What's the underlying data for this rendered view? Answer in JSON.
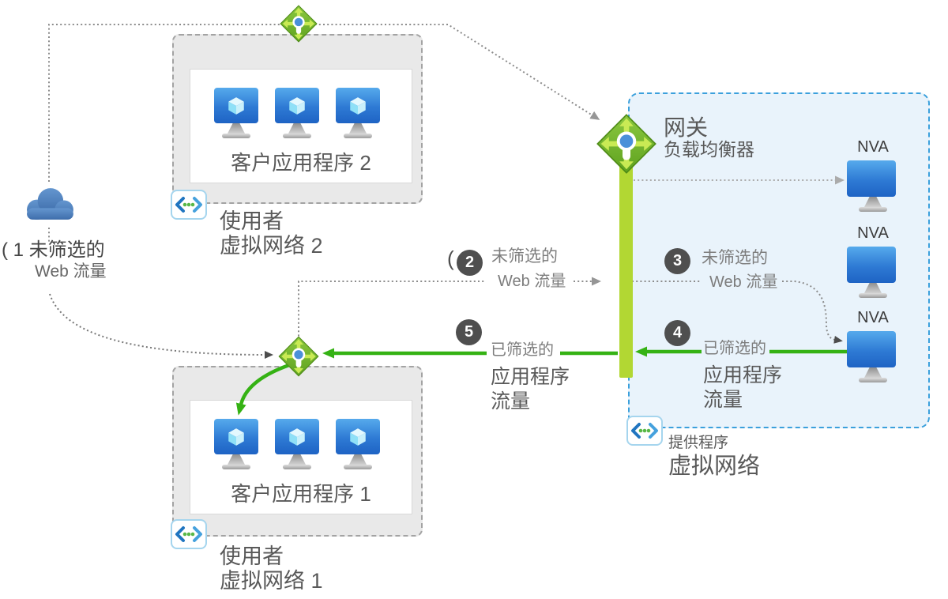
{
  "cloud_flow": {
    "marker": "( 1",
    "line1": "未筛选的",
    "line2": "Web 流量"
  },
  "flows": {
    "f2": {
      "step": "2",
      "paren": "(",
      "line1": "未筛选的",
      "line2": "Web 流量"
    },
    "f3": {
      "step": "3",
      "line1": "未筛选的",
      "line2": "Web 流量"
    },
    "f4": {
      "step": "4",
      "line1": "已筛选的",
      "line2": "应用程序",
      "line3": "流量"
    },
    "f5": {
      "step": "5",
      "line1": "已筛选的",
      "line2": "应用程序",
      "line3": "流量"
    }
  },
  "consumer2": {
    "app": "客户应用程序 2",
    "cap1": "使用者",
    "cap2": "虚拟网络 2"
  },
  "consumer1": {
    "app": "客户应用程序 1",
    "cap1": "使用者",
    "cap2": "虚拟网络 1"
  },
  "provider": {
    "gw_line1": "网关",
    "gw_line2": "负载均衡器",
    "cap1": "提供程序",
    "cap2": "虚拟网络",
    "nva1": "NVA",
    "nva2": "NVA",
    "nva3": "NVA"
  },
  "colors": {
    "consumer_box_fill": "#e9e9e9",
    "consumer_box_border": "#a3a3a3",
    "provider_box_fill": "#e9f3fb",
    "provider_box_border": "#3ba0dc",
    "gateway_bar": "#b2d733",
    "green_arrow": "#35b214",
    "dotted_line": "#8c8c8c",
    "badge_fill": "#4f4f4f",
    "vm_screen": "#2e7ad4",
    "diamond_green": "#74b629",
    "cloud_blue": "#4d82c4",
    "label_gray": "#595959",
    "label_light": "#7d7d7d"
  }
}
